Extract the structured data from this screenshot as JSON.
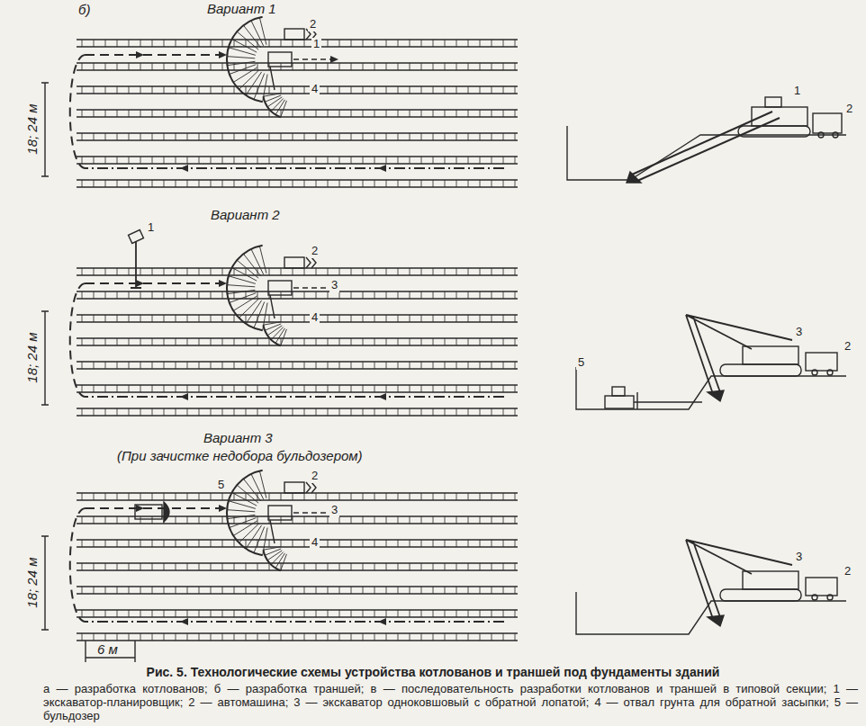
{
  "diagram": {
    "caption": "Рис. 5. Технологические схемы устройства котлованов и траншей под фундаменты зданий",
    "labels": [
      "б)",
      "Вариант 1",
      "18; 24 м",
      "2",
      "1",
      "4",
      "1",
      "2",
      "Вариант 2",
      "1",
      "2",
      "3",
      "4",
      "18; 24 м",
      "3",
      "2",
      "5",
      "Вариант 3",
      "(При зачистке недобора бульдозером)",
      "2",
      "5",
      "3",
      "4",
      "18; 24 м",
      "3",
      "2",
      "6 м",
      "а — разработка котлованов; б — разработка траншей; в — последовательность разработки котлованов и траншей в типовой секции; 1 — экскаватор-планировщик; 2 — автомашина; 3 — экскаватор одноковшовый с обратной лопатой; 4 — отвал грунта для обратной засыпки; 5 — бульдозер"
    ]
  }
}
